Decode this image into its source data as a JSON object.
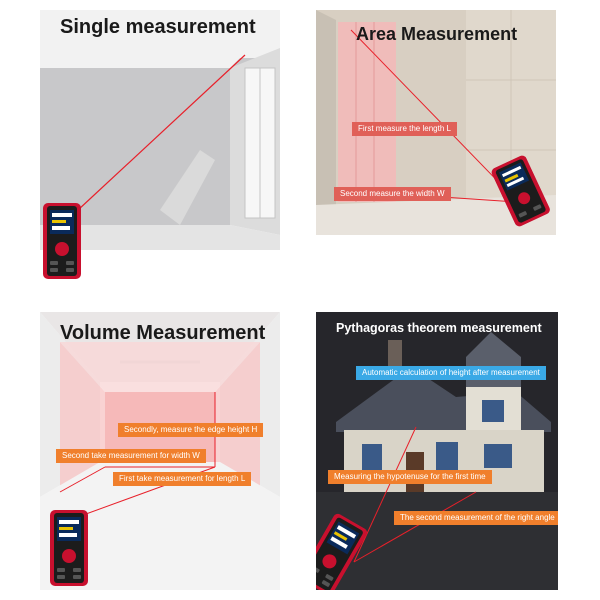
{
  "panels": {
    "single": {
      "title": "Single measurement"
    },
    "area": {
      "title": "Area Measurement",
      "labels": [
        "First measure the length L",
        "Second measure the width  W"
      ]
    },
    "volume": {
      "title": "Volume Measurement",
      "labels": [
        "Secondly, measure the edge height H",
        "Second take measurement for width W",
        "First take measurement for length  L"
      ]
    },
    "pythagoras": {
      "title": "Pythagoras theorem measurement",
      "labels": [
        "Automatic calculation of height after measurement",
        "Measuring the hypotenuse for the first time",
        "The second measurement of the right angle"
      ]
    }
  },
  "colors": {
    "laser": "#e8202a",
    "device_red": "#c8102e",
    "label_red": "#e06058",
    "label_orange": "#f07f2c",
    "label_blue": "#3aa9e6"
  },
  "icons": [
    "laser-distance-meter-icon",
    "house-icon"
  ]
}
